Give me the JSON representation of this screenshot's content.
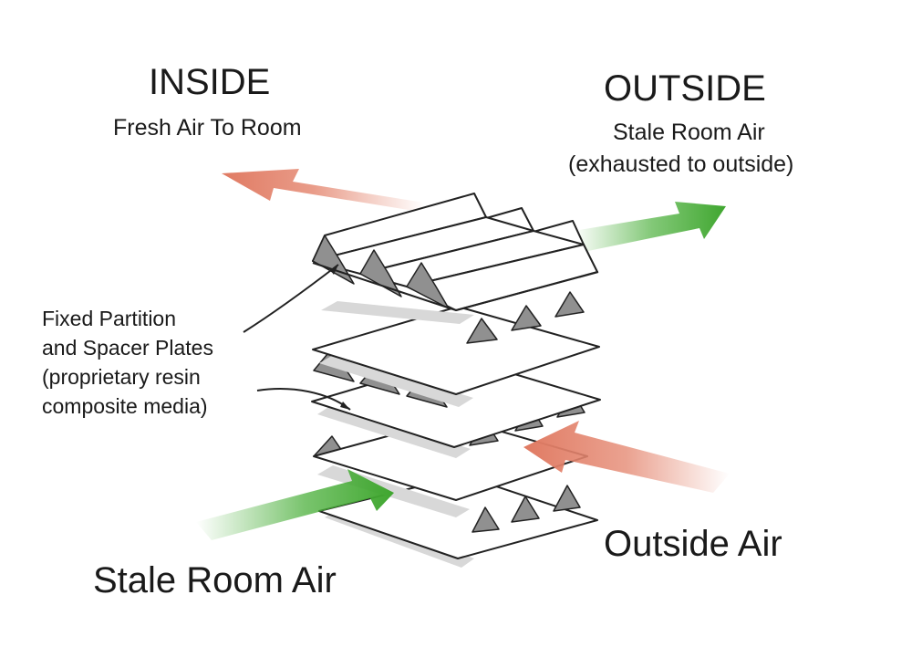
{
  "labels": {
    "inside_title": "INSIDE",
    "inside_sub": "Fresh Air To Room",
    "outside_title": "OUTSIDE",
    "outside_sub_1": "Stale Room Air",
    "outside_sub_2": "(exhausted to outside)",
    "callout_1": "Fixed Partition",
    "callout_2": "and Spacer Plates",
    "callout_3": "(proprietary resin",
    "callout_4": "composite media)",
    "stale_room_air": "Stale Room Air",
    "outside_air": "Outside Air"
  },
  "colors": {
    "fresh_air_arrow": "#e58a74",
    "stale_air_arrow": "#4cb03c",
    "plate_fill": "#ffffff",
    "plate_stroke": "#222222",
    "plate_shadow": "#d8d8d8",
    "spacer_shade": "#909090"
  }
}
